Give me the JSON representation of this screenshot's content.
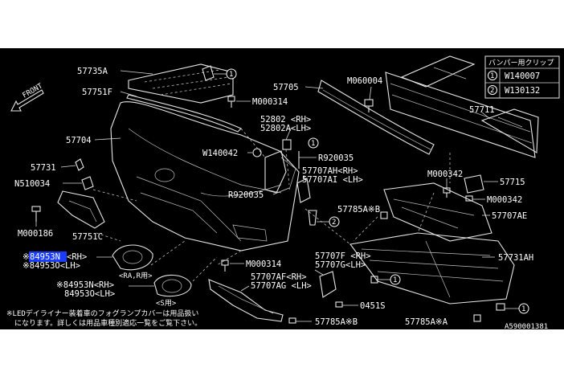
{
  "direction": {
    "front_label": "FRONT"
  },
  "clip_table": {
    "title": "バンパー用クリップ",
    "rows": [
      {
        "index": "1",
        "code": "W140007"
      },
      {
        "index": "2",
        "code": "W130132"
      }
    ]
  },
  "labels": {
    "p57735A": "57735A",
    "p57751F": "57751F",
    "p57704": "57704",
    "p57731": "57731",
    "pN510034": "N510034",
    "pM000186": "M000186",
    "p57751C": "57751C",
    "p84953N_a": "84953N",
    "p84953N_a_side": "<RH>",
    "p84953O_a": "※84953O<LH>",
    "ra_r_note": "<RA,R用>",
    "p84953N_b": "※84953N<RH>",
    "p84953O_b": "84953O<LH>",
    "s_note": "<S用>",
    "pM000314_top": "M000314",
    "pW140042": "W140042",
    "p52802": "52802 <RH>",
    "p52802A": "52802A<LH>",
    "pR920035_a": "R920035",
    "pR920035_b": "R920035",
    "p57707AH": "57707AH<RH>",
    "p57707AI": "57707AI <LH>",
    "p57705": "57705",
    "pM060004": "M060004",
    "p57711": "57711",
    "pM000342_a": "M000342",
    "p57715": "57715",
    "pM000342_b": "M000342",
    "p57707AE": "57707AE",
    "p57785AB_top": "57785A※B",
    "p57731AH": "57731AH",
    "pM000314_bot": "M000314",
    "p57707F": "57707F <RH>",
    "p57707G": "57707G<LH>",
    "p57707AF": "57707AF<RH>",
    "p57707AG": "57707AG <LH>",
    "p0451S": "0451S",
    "p57785AB_bot": "57785A※B",
    "p57785AA": "57785A※A",
    "diagram_id": "A590001381",
    "clip1": "1",
    "clip2": "2"
  },
  "footnote": {
    "line1": "※LEDデイライナー装着車のフォグランプカバーは用品扱い",
    "line2": "になります。詳しくは用品車種別適応一覧をご覧下さい。"
  },
  "highlight": {
    "color": "#1a3cff"
  }
}
